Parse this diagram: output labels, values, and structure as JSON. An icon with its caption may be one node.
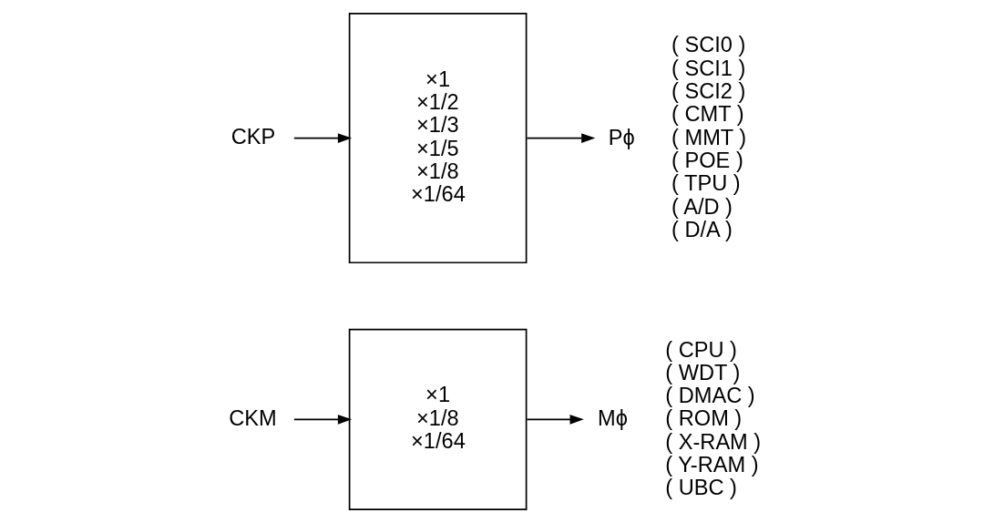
{
  "diagram": {
    "nodes": [
      {
        "text": [
          "CKM"
        ]
      },
      {
        "text": [
          "×1",
          "×1/8",
          "×1/64"
        ]
      },
      {
        "text": [
          "Mϕ"
        ],
        "beside": [
          "( CPU )",
          "( WDT )",
          "( DMAC )",
          "( ROM )",
          "( X-RAM )",
          "( Y-RAM )",
          "( UBC )"
        ]
      },
      {
        "text": [
          "CKP"
        ]
      },
      {
        "text": [
          "×1",
          "×1/2",
          "×1/3",
          "×1/5",
          "×1/8",
          "×1/64"
        ]
      },
      {
        "text": [
          "Pϕ"
        ],
        "beside": [
          "( SCI0 )",
          "( SCI1 )",
          "( SCI2 )",
          "( CMT )",
          "( MMT )",
          "( POE )",
          "( TPU )",
          "( A/D )",
          "( D/A )"
        ]
      }
    ],
    "edges": [
      {
        "from": 0,
        "to": 1,
        "arrow": "to"
      },
      {
        "from": 1,
        "to": 2,
        "arrow": "to"
      },
      {
        "from": 3,
        "to": 4,
        "arrow": "to"
      },
      {
        "from": 4,
        "to": 5,
        "arrow": "to"
      }
    ]
  }
}
